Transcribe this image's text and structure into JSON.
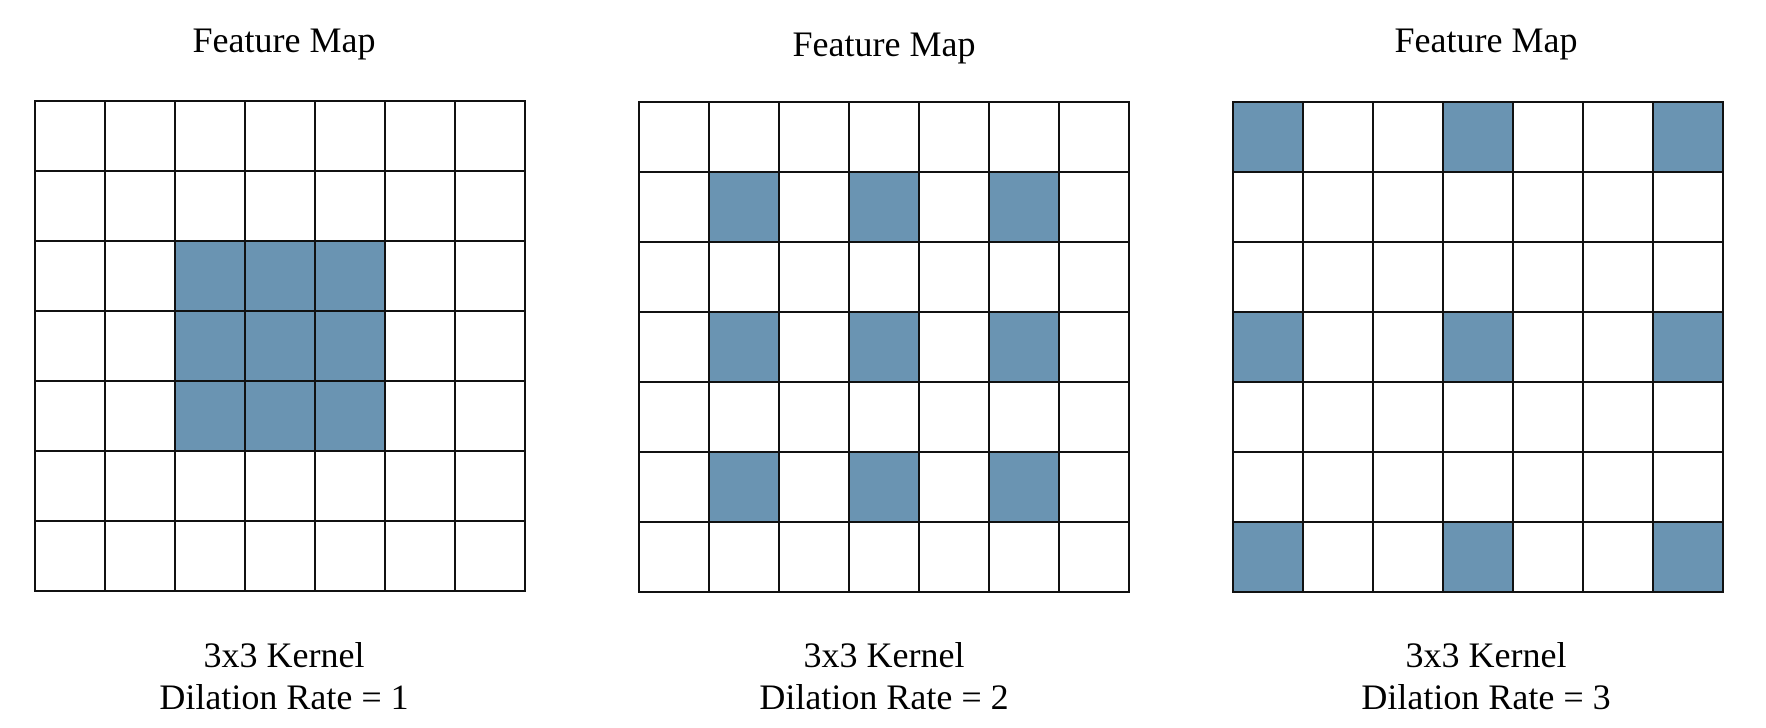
{
  "colors": {
    "highlight": "#6a94b2",
    "grid_line": "#111111",
    "background": "#ffffff"
  },
  "panels": [
    {
      "title": "Feature Map",
      "caption_line1": "3x3 Kernel",
      "caption_line2": "Dilation Rate = 1",
      "grid_size": 7,
      "highlighted_cells": [
        [
          2,
          2
        ],
        [
          2,
          3
        ],
        [
          2,
          4
        ],
        [
          3,
          2
        ],
        [
          3,
          3
        ],
        [
          3,
          4
        ],
        [
          4,
          2
        ],
        [
          4,
          3
        ],
        [
          4,
          4
        ]
      ]
    },
    {
      "title": "Feature Map",
      "caption_line1": "3x3 Kernel",
      "caption_line2": "Dilation Rate = 2",
      "grid_size": 7,
      "highlighted_cells": [
        [
          1,
          1
        ],
        [
          1,
          3
        ],
        [
          1,
          5
        ],
        [
          3,
          1
        ],
        [
          3,
          3
        ],
        [
          3,
          5
        ],
        [
          5,
          1
        ],
        [
          5,
          3
        ],
        [
          5,
          5
        ]
      ]
    },
    {
      "title": "Feature Map",
      "caption_line1": "3x3 Kernel",
      "caption_line2": "Dilation Rate = 3",
      "grid_size": 7,
      "highlighted_cells": [
        [
          0,
          0
        ],
        [
          0,
          3
        ],
        [
          0,
          6
        ],
        [
          3,
          0
        ],
        [
          3,
          3
        ],
        [
          3,
          6
        ],
        [
          6,
          0
        ],
        [
          6,
          3
        ],
        [
          6,
          6
        ]
      ]
    }
  ]
}
